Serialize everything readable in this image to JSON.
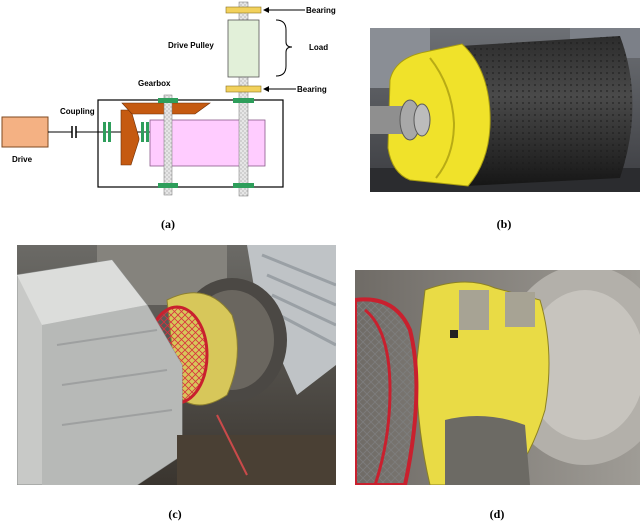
{
  "diagram": {
    "labels": {
      "bearing_top": "Bearing",
      "drive_pulley": "Drive Pulley",
      "load": "Load",
      "bearing_bottom": "Bearing",
      "gearbox": "Gearbox",
      "coupling": "Coupling",
      "drive": "Drive"
    },
    "colors": {
      "drive": "#f4b183",
      "pulley": "#e2f0d9",
      "bearing": "#f2d15c",
      "gearbox_body": "#ffccff",
      "gear": "#c55a11",
      "coupling_ring": "#2e9e5b",
      "shaft": "#d9d9d9"
    }
  },
  "captions": {
    "a": "(a)",
    "b": "(b)",
    "c": "(c)",
    "d": "(d)"
  }
}
